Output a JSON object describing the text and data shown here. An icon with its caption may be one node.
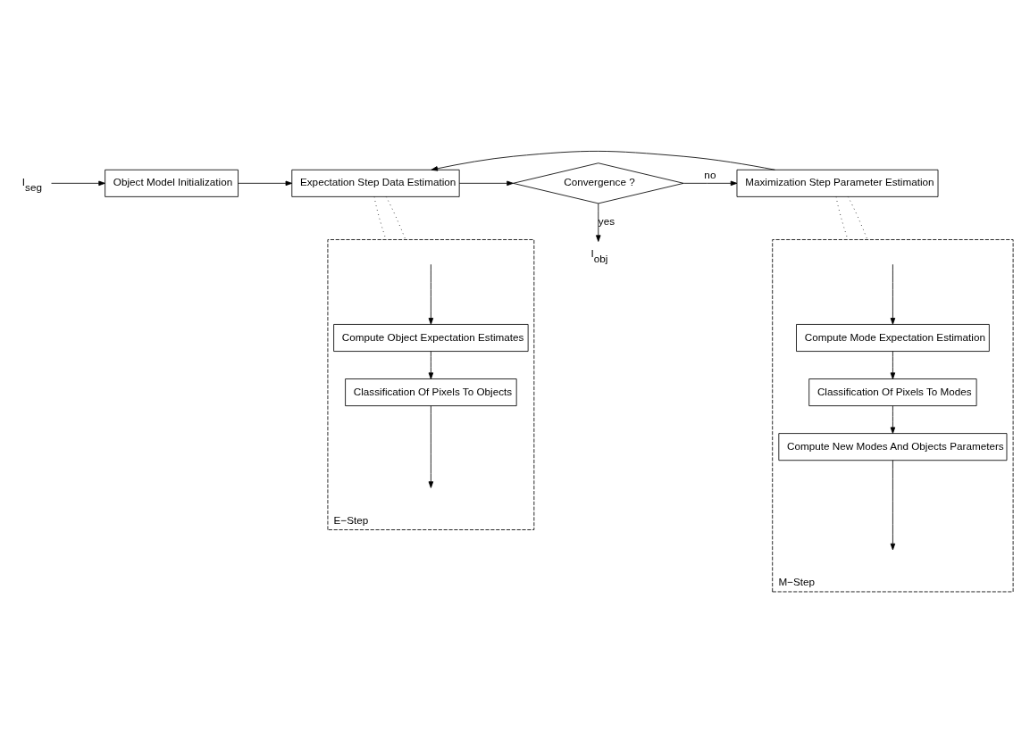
{
  "diagram": {
    "nodes": [
      {
        "text": [
          "I$_{seg}$"
        ]
      },
      {
        "text": [
          "Object Model Initialization"
        ]
      },
      {
        "text": [
          "Expectation Step Data Estimation"
        ]
      },
      {
        "text": [
          "Convergence ?"
        ]
      },
      {
        "text": [
          "Maximization Step Parameter Estimation"
        ]
      },
      {
        "text": [
          "I$_{obj}$"
        ]
      },
      {
        "text": [
          "E−Step"
        ]
      },
      {
        "text": [
          "Compute Object Expectation Estimates"
        ],
        "in": 6
      },
      {
        "text": [
          "Classification Of Pixels To Objects"
        ],
        "in": 6
      },
      {
        "text": [
          "M−Step"
        ]
      },
      {
        "text": [
          "Compute Mode Expectation Estimation"
        ],
        "in": 9
      },
      {
        "text": [
          "Classification Of Pixels To Modes"
        ],
        "in": 9
      },
      {
        "text": [
          "Compute New Modes And Objects Parameters"
        ],
        "in": 9
      }
    ],
    "edges": [
      {
        "from": 0,
        "to": 1,
        "arrow": "to"
      },
      {
        "from": 1,
        "to": 2,
        "arrow": "to"
      },
      {
        "from": 2,
        "to": 3,
        "arrow": "to"
      },
      {
        "from": 3,
        "to": 4,
        "arrow": "to",
        "label": "no"
      },
      {
        "from": 3,
        "to": 5,
        "arrow": "to",
        "label": "yes"
      },
      {
        "from": 4,
        "to": 2,
        "arrow": "to"
      },
      {
        "from": 2,
        "to": 6,
        "arrow": "none",
        "style": "dashed"
      },
      {
        "from": 2,
        "to": 6,
        "arrow": "none",
        "style": "dashed"
      },
      {
        "from": 4,
        "to": 9,
        "arrow": "none",
        "style": "dashed"
      },
      {
        "from": 4,
        "to": 9,
        "arrow": "none",
        "style": "dashed"
      },
      {
        "from": null,
        "to": 7,
        "arrow": "to"
      },
      {
        "from": 7,
        "to": 8,
        "arrow": "to"
      },
      {
        "from": 8,
        "to": null,
        "arrow": "to"
      },
      {
        "from": null,
        "to": 10,
        "arrow": "to"
      },
      {
        "from": 10,
        "to": 11,
        "arrow": "to"
      },
      {
        "from": 11,
        "to": 12,
        "arrow": "to"
      },
      {
        "from": 12,
        "to": null,
        "arrow": "to"
      }
    ]
  }
}
